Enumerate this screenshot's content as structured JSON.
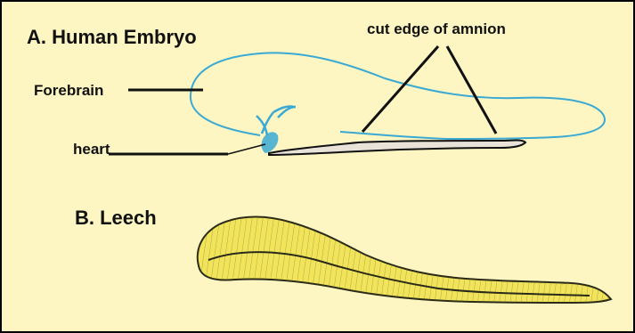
{
  "figure": {
    "panel_a_title": "A. Human Embryo",
    "panel_b_title": "B. Leech",
    "labels": {
      "forebrain": "Forebrain",
      "heart": "heart",
      "amnion": "cut edge of amnion"
    },
    "colors": {
      "background": "#fdf6c3",
      "embryo_outline": "#3aa9d3",
      "leech_body": "#f2e45a",
      "leech_stroke": "#2a2a18",
      "leader_line": "#111111"
    }
  }
}
